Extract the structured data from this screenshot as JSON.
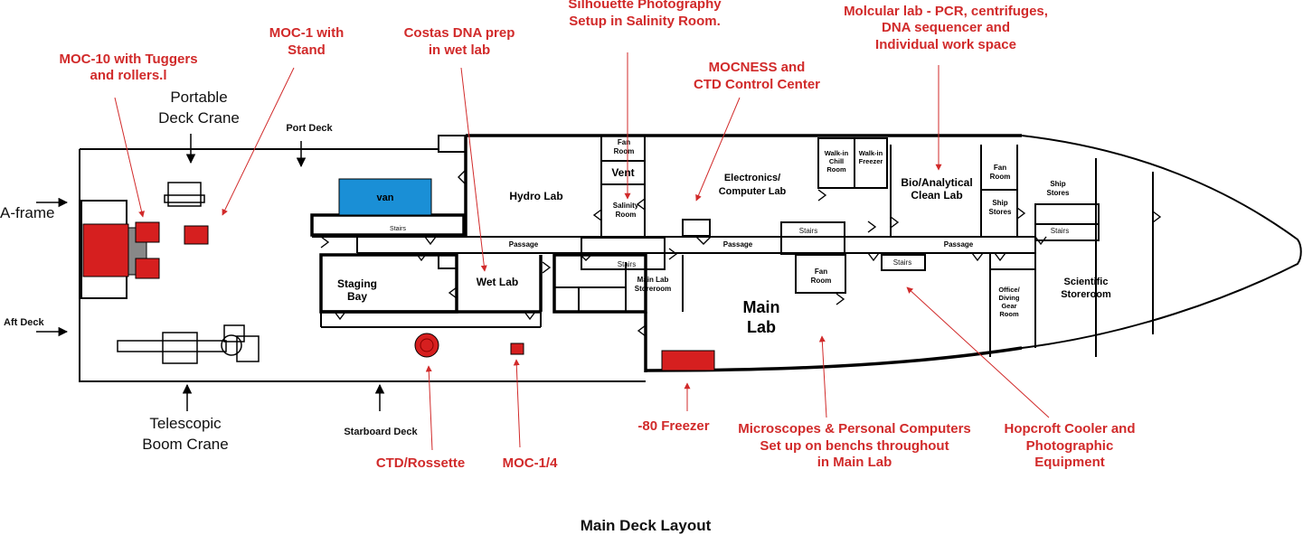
{
  "title": "Main Deck Layout",
  "colors": {
    "red": "#d12a2a",
    "van": "#1a8fd6",
    "equipment_red": "#d61f1f",
    "black": "#000000"
  },
  "callouts": {
    "moc10": [
      "MOC-10 with Tuggers",
      "and rollers.l"
    ],
    "moc1": [
      "MOC-1 with",
      "Stand"
    ],
    "costas": [
      "Costas DNA prep",
      "in wet lab"
    ],
    "silhouette": [
      "Silhouette Photography",
      "Setup in Salinity Room."
    ],
    "mocness": [
      "MOCNESS and",
      "CTD Control Center"
    ],
    "molecular": [
      "Molcular lab - PCR, centrifuges,",
      "DNA sequencer and",
      "Individual work space"
    ],
    "ctd": "CTD/Rossette",
    "moc14": "MOC-1/4",
    "freezer80": "-80 Freezer",
    "microscopes": [
      "Microscopes & Personal Computers",
      "Set up on benchs throughout",
      "in Main Lab"
    ],
    "hopcroft": [
      "Hopcroft Cooler and",
      "Photographic",
      "Equipment"
    ]
  },
  "deck_labels": {
    "portable_crane": [
      "Portable",
      "Deck Crane"
    ],
    "a_frame": "A-frame",
    "aft_deck": "Aft Deck",
    "port_deck": "Port Deck",
    "starboard_deck": "Starboard Deck",
    "telescopic_crane": [
      "Telescopic",
      "Boom Crane"
    ]
  },
  "rooms": {
    "van": "van",
    "hydro_lab": "Hydro Lab",
    "fan_room_1": [
      "Fan",
      "Room"
    ],
    "vent": "Vent",
    "salinity_room": [
      "Salinity",
      "Room"
    ],
    "electronics": [
      "Electronics/",
      "Computer Lab"
    ],
    "walk_in_chill": [
      "Walk-in",
      "Chill",
      "Room"
    ],
    "walk_in_freezer": [
      "Walk-in",
      "Freezer"
    ],
    "bio_analytical": [
      "Bio/Analytical",
      "Clean Lab"
    ],
    "fan_room_2": [
      "Fan",
      "Room"
    ],
    "ship_stores_1": [
      "Ship",
      "Stores"
    ],
    "ship_stores_2": [
      "Ship",
      "Stores"
    ],
    "stairs": "Stairs",
    "passage": "Passage",
    "staging_bay": [
      "Staging",
      "Bay"
    ],
    "wet_lab": "Wet Lab",
    "main_lab_storeroom": [
      "Main Lab",
      "Storeroom"
    ],
    "main_lab": [
      "Main",
      "Lab"
    ],
    "fan_room_3": [
      "Fan",
      "Room"
    ],
    "office_diving": [
      "Office/",
      "Diving",
      "Gear",
      "Room"
    ],
    "scientific_storeroom": [
      "Scientific",
      "Storeroom"
    ]
  }
}
